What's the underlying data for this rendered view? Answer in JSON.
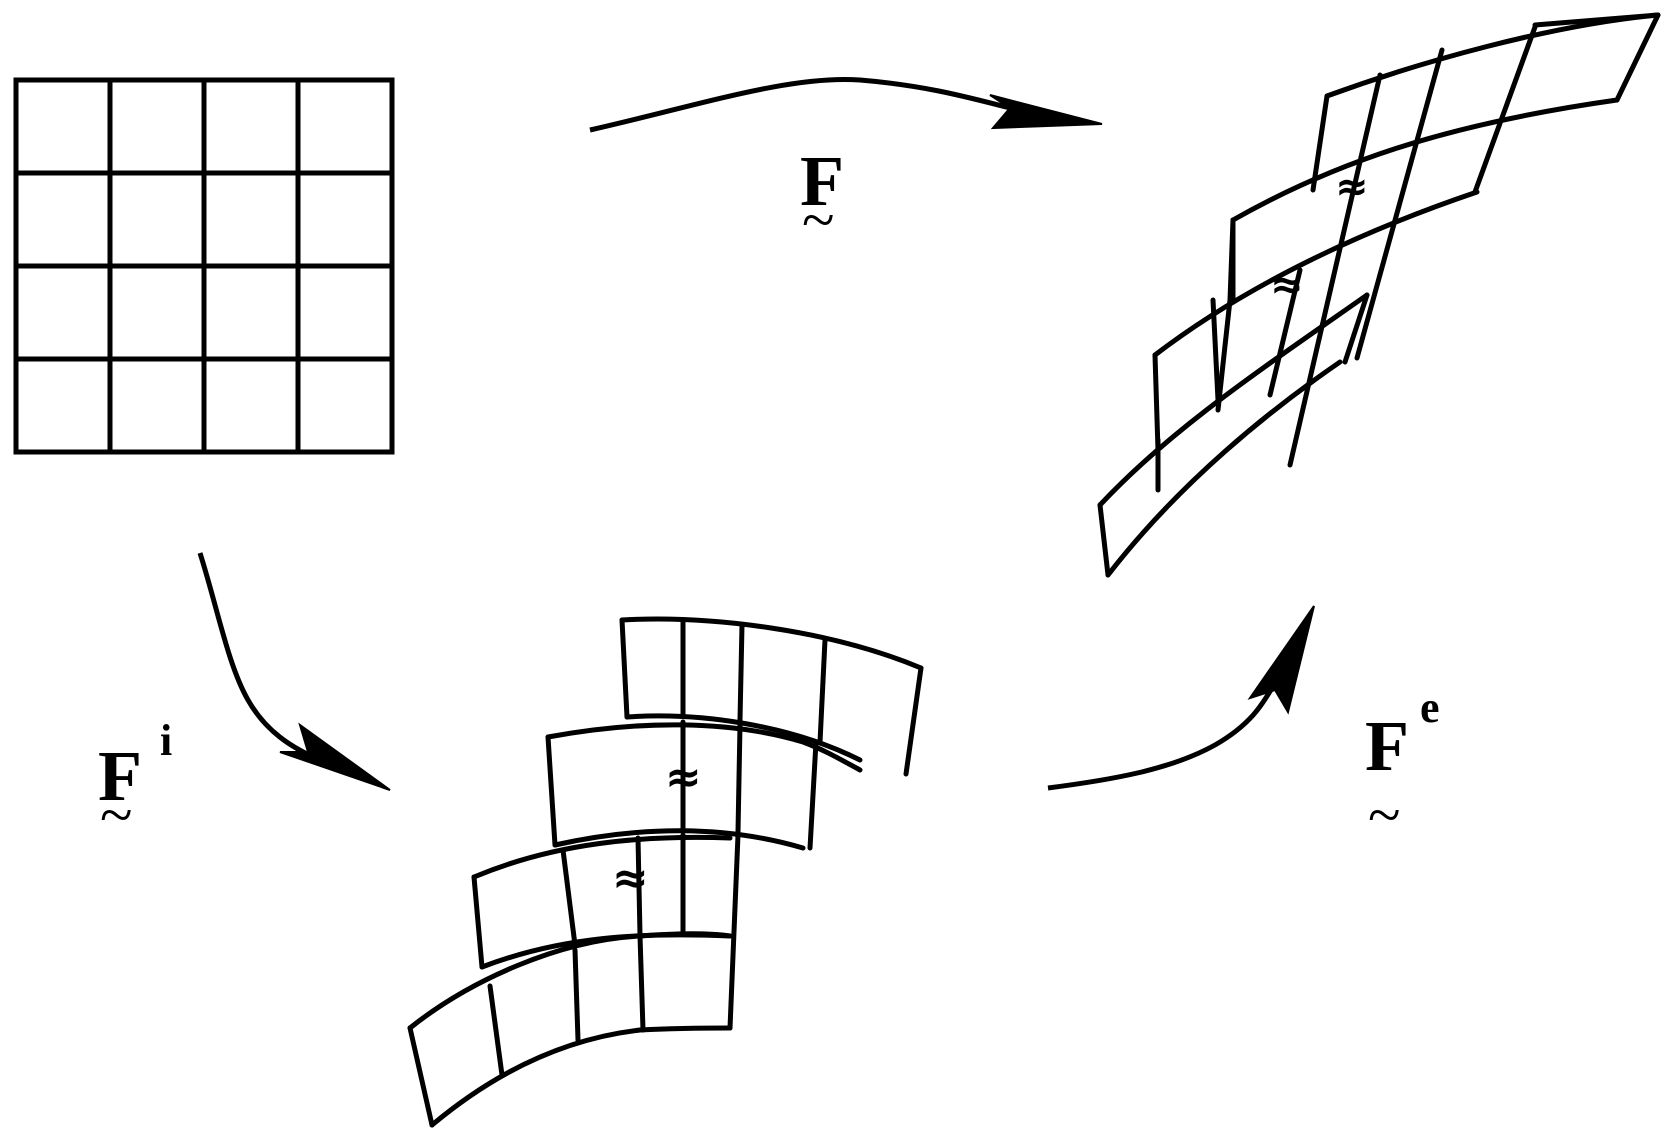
{
  "labels": {
    "total": {
      "base": "F",
      "tilde": "~"
    },
    "intermediate": {
      "base": "F",
      "sup": "i",
      "tilde": "~"
    },
    "elastic": {
      "base": "F",
      "sup": "e",
      "tilde": "~"
    }
  },
  "incompatibility_mark": "≈",
  "colors": {
    "ink": "#000000",
    "background": "#ffffff"
  },
  "icons": [
    "arrow-right-icon",
    "arrow-down-right-icon",
    "arrow-up-right-icon"
  ]
}
